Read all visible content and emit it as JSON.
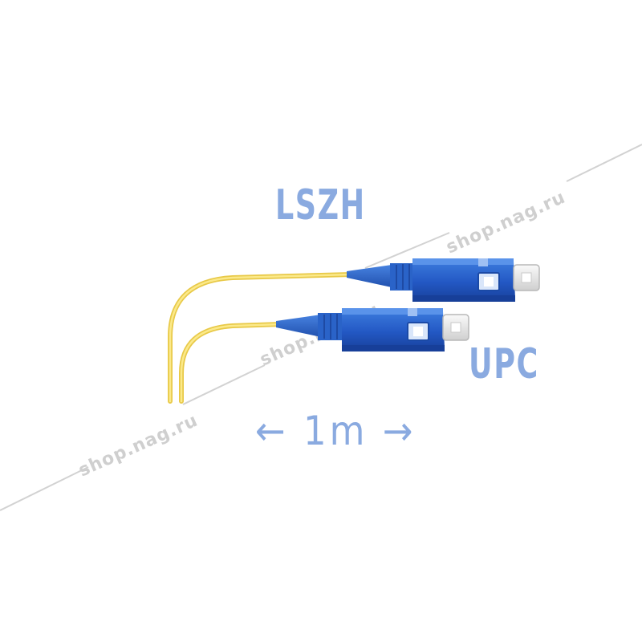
{
  "labels": {
    "sheath": "LSZH",
    "polish": "UPC",
    "length": "← 1m →"
  },
  "watermark": {
    "text": "shop.nag.ru"
  },
  "colors": {
    "label": "#8aaae0",
    "connector": "#2a63c8",
    "connector_dark": "#1b4aa6",
    "ferrule": "#e9e9e9",
    "cable": "#f3dc63",
    "watermark": "#cfcfcf"
  }
}
